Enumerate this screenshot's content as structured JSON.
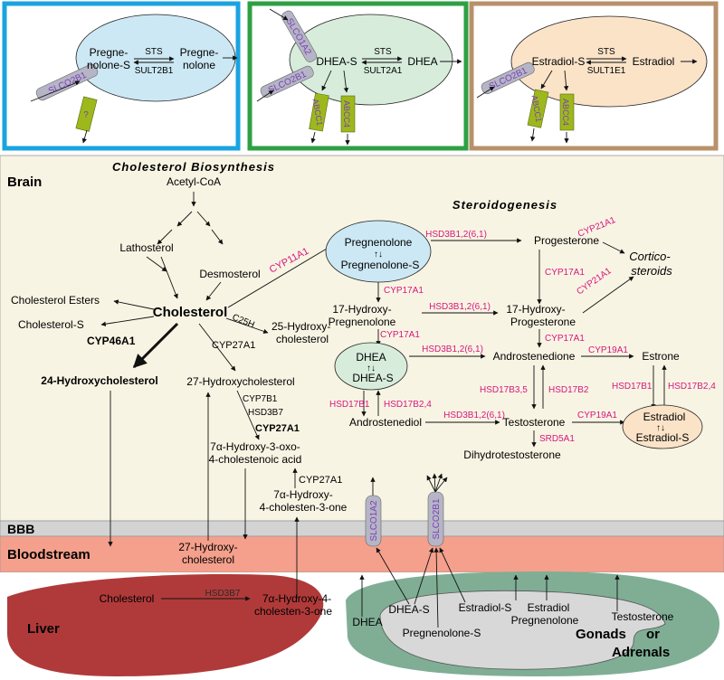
{
  "colors": {
    "box_blue": "#1aa3e0",
    "box_green": "#2ea043",
    "box_tan": "#b8916a",
    "brain_bg": "#f8f4e3",
    "bbb_bg": "#d3d3d3",
    "blood_bg": "#f4a08c",
    "liver": "#b03a3a",
    "gonad": "#7fae95",
    "gonad_inner": "#d8d8d8",
    "enzyme_pink": "#d6177d",
    "transporter_purple": "#7a3fb5",
    "cell_blue": "#cce8f4",
    "cell_green": "#d7ecdb",
    "cell_orange": "#fbe3c8",
    "transporter_olive": "#9db81c"
  },
  "panels": {
    "p1": {
      "transporter": "SLCO2B1",
      "unknown": "?",
      "substrate_a": "Pregne-",
      "substrate_b": "nolone-S",
      "enzyme_top": "STS",
      "enzyme_bottom": "SULT2B1",
      "product_a": "Pregne-",
      "product_b": "nolone"
    },
    "p2": {
      "transporter_top": "SLCO1A2",
      "transporter_side": "SLCO2B1",
      "efflux1": "ABCC1",
      "efflux2": "ABCC4",
      "substrate": "DHEA-S",
      "enzyme_top": "STS",
      "enzyme_bottom": "SULT2A1",
      "product": "DHEA"
    },
    "p3": {
      "transporter": "SLCO2B1",
      "efflux1": "ABCC1",
      "efflux2": "ABCC4",
      "substrate": "Estradiol-S",
      "enzyme_top": "STS",
      "enzyme_bottom": "SULT1E1",
      "product": "Estradiol"
    }
  },
  "regions": {
    "brain": "Brain",
    "bbb": "BBB",
    "blood": "Bloodstream",
    "liver": "Liver",
    "gonads_a": "Gonads",
    "gonads_b": "or",
    "gonads_c": "Adrenals"
  },
  "sections": {
    "chol": "Cholesterol Biosynthesis",
    "steroid": "Steroidogenesis"
  },
  "chol": {
    "acetyl": "Acetyl-CoA",
    "lathosterol": "Lathosterol",
    "desmosterol": "Desmosterol",
    "esters": "Cholesterol Esters",
    "chol_s": "Cholesterol-S",
    "cholesterol": "Cholesterol",
    "c25h": "C25H",
    "hc25_a": "25-Hydroxy-",
    "hc25_b": "cholesterol",
    "cyp46": "CYP46A1",
    "hc24": "24-Hydroxycholesterol",
    "cyp27a": "CYP27A1",
    "hc27": "27-Hydroxycholesterol",
    "cyp7b1": "CYP7B1",
    "hsd3b7": "HSD3B7",
    "cyp27b": "CYP27A1",
    "oxo_a": "7α-Hydroxy-3-oxo-",
    "oxo_b": "4-cholestenoic acid",
    "cyp27c": "CYP27A1",
    "hone_a": "7α-Hydroxy-",
    "hone_b": "4-cholesten-3-one"
  },
  "ster": {
    "cyp11a1": "CYP11A1",
    "preg": "Pregnenolone",
    "swap": "↑↓",
    "preg_s": "Pregnenolone-S",
    "hsd1": "HSD3B1,2(6,1)",
    "prog": "Progesterone",
    "cyp21a": "CYP21A1",
    "cortico_a": "Cortico-",
    "cortico_b": "steroids",
    "cyp17a": "CYP17A1",
    "cyp17b": "CYP17A1",
    "ohpreg_a": "17-Hydroxy-",
    "ohpreg_b": "Pregnenolone",
    "hsd2": "HSD3B1,2(6,1)",
    "ohprog_a": "17-Hydroxy-",
    "ohprog_b": "Progesterone",
    "cyp21b": "CYP21A1",
    "cyp17c": "CYP17A1",
    "cyp17d": "CYP17A1",
    "dhea": "DHEA",
    "dhea_s": "DHEA-S",
    "hsd3": "HSD3B1,2(6,1)",
    "andro": "Androstenedione",
    "cyp19a": "CYP19A1",
    "estrone": "Estrone",
    "hsd17b1a": "HSD17B1",
    "hsd17b24a": "HSD17B2,4",
    "hsd17b35": "HSD17B3,5",
    "hsd17b2": "HSD17B2",
    "hsd17b1b": "HSD17B1",
    "hsd17b24b": "HSD17B2,4",
    "androdiol": "Androstenediol",
    "hsd4": "HSD3B1,2(6,1)",
    "testo": "Testosterone",
    "cyp19b": "CYP19A1",
    "estradiol": "Estradiol",
    "estradiol_s": "Estradiol-S",
    "srd5a1": "SRD5A1",
    "dht": "Dihydrotestosterone",
    "slco1a2": "SLCO1A2",
    "slco2b1": "SLCO2B1"
  },
  "blood": {
    "hc27_a": "27-Hydroxy-",
    "hc27_b": "cholesterol"
  },
  "liver": {
    "chol": "Cholesterol",
    "hsd3b7": "HSD3B7",
    "prod_a": "7α-Hydroxy-4-",
    "prod_b": "cholesten-3-one"
  },
  "gonad": {
    "dhea": "DHEA",
    "dhea_s": "DHEA-S",
    "estr_s": "Estradiol-S",
    "estradiol": "Estradiol",
    "preg": "Pregnenolone",
    "preg_s": "Pregnenolone-S",
    "testo": "Testosterone"
  }
}
